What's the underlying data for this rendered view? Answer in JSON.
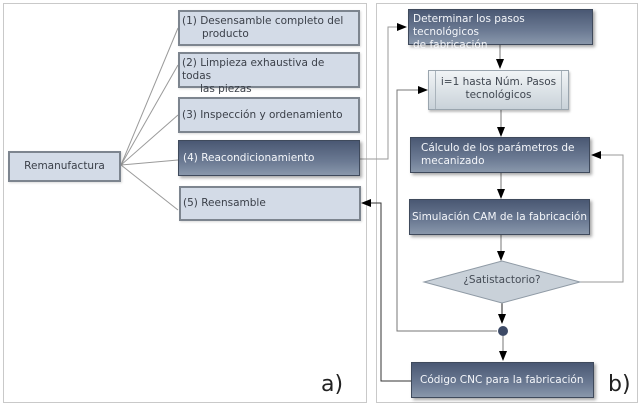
{
  "panel_a": {
    "label": "a)",
    "root": "Remanufactura",
    "steps": [
      {
        "line1": "(1) Desensamble completo del",
        "line2": "producto",
        "style": "light"
      },
      {
        "line1": "(2) Limpieza exhaustiva de todas",
        "line2": "las piezas",
        "style": "light"
      },
      {
        "line1": "(3) Inspección y ordenamiento",
        "line2": "",
        "style": "light"
      },
      {
        "line1": "(4) Reacondicionamiento",
        "line2": "",
        "style": "dark"
      },
      {
        "line1": "(5) Reensamble",
        "line2": "",
        "style": "light"
      }
    ]
  },
  "panel_b": {
    "label": "b)",
    "determinar": {
      "line1": "Determinar los pasos tecnológicos",
      "line2": "de fabricación"
    },
    "loop": {
      "line1": "i=1 hasta Núm. Pasos",
      "line2": "tecnológicos"
    },
    "calculo": {
      "line1": "Cálculo de los parámetros de",
      "line2": "mecanizado"
    },
    "simulacion": "Simulación CAM de la fabricación",
    "decision": "¿Satistactorio?",
    "codigo": "Código CNC para la fabricación"
  },
  "colors": {
    "light_fill": "#d3dbe7",
    "dark_fill_top": "#4a5873",
    "dark_fill_bottom": "#8997ab",
    "junction": "#3d4a66",
    "connector": "#9a9a9a"
  }
}
